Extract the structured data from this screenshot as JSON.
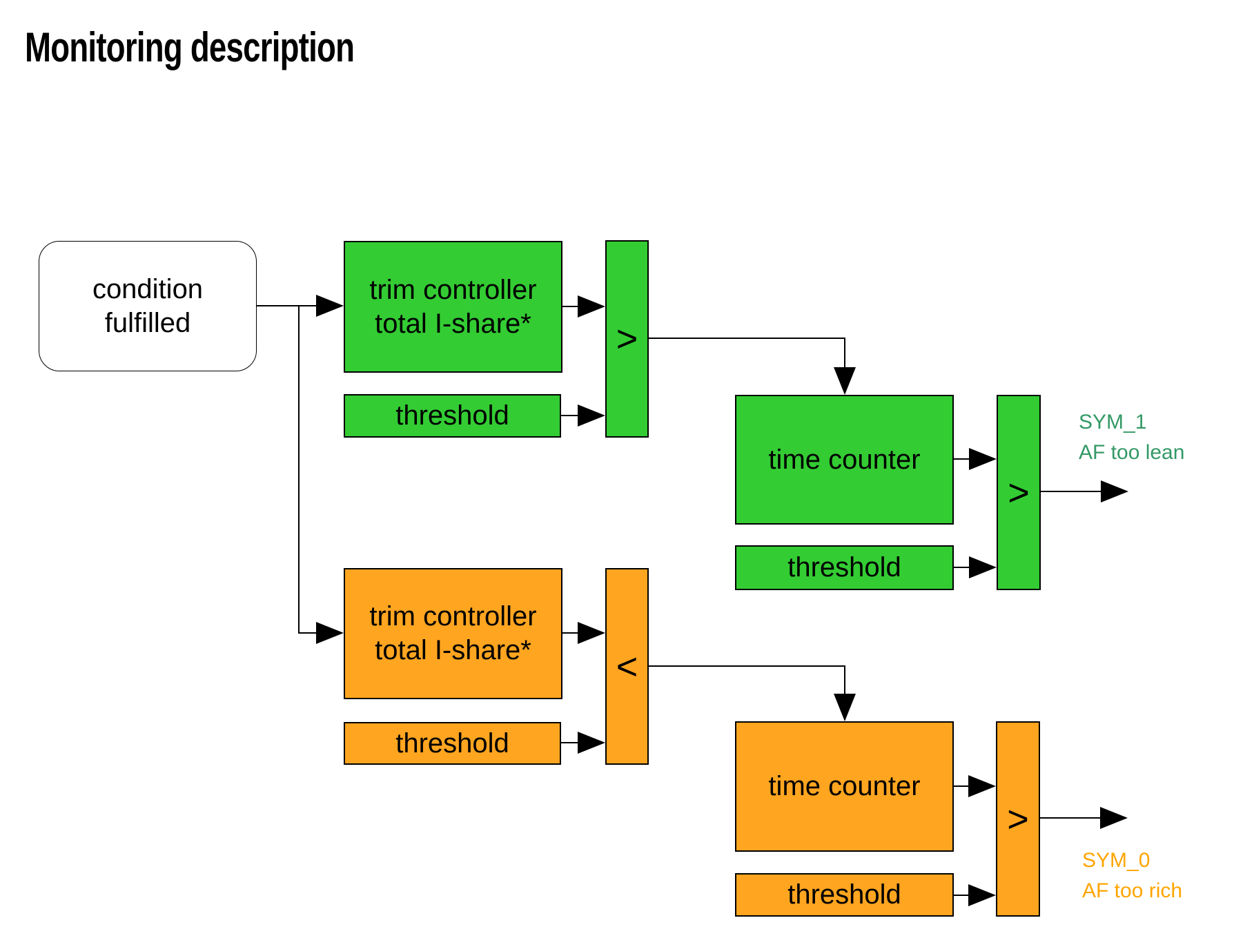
{
  "title": "Monitoring description",
  "colors": {
    "green": "#33cc33",
    "orange": "#ffa520",
    "sym1_text": "#339966",
    "sym0_text": "#ffa500",
    "line": "#000000"
  },
  "condition_box": {
    "label": "condition\nfulfilled"
  },
  "lean_branch": {
    "trim_controller_label": "trim controller\ntotal I-share*",
    "threshold_label": "threshold",
    "comparator_label": ">",
    "time_counter_label": "time counter",
    "time_threshold_label": "threshold",
    "time_comparator_label": ">",
    "output_symbol": "SYM_1",
    "output_description": "AF too lean"
  },
  "rich_branch": {
    "trim_controller_label": "trim controller\ntotal I-share*",
    "threshold_label": "threshold",
    "comparator_label": "<",
    "time_counter_label": "time counter",
    "time_threshold_label": "threshold",
    "time_comparator_label": ">",
    "output_symbol": "SYM_0",
    "output_description": "AF too rich"
  }
}
